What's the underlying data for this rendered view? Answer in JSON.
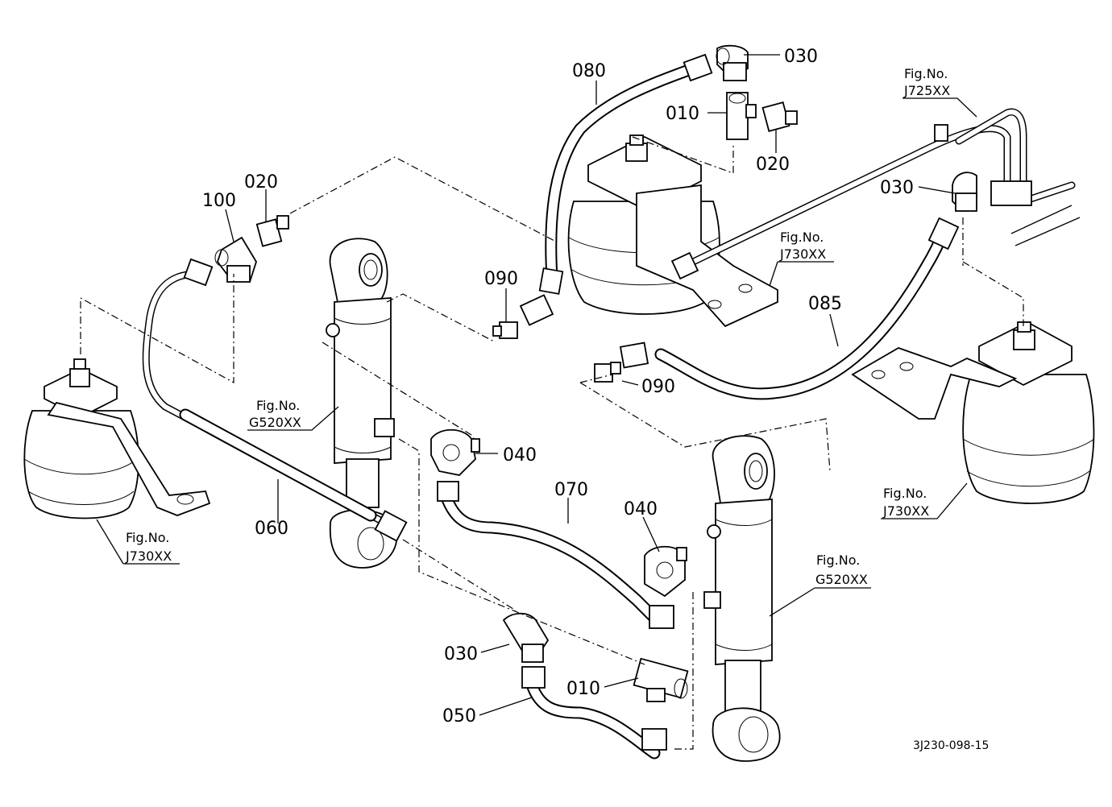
{
  "parts": [
    {
      "id": "p030_top",
      "label": "030"
    },
    {
      "id": "p080",
      "label": "080"
    },
    {
      "id": "p010_top",
      "label": "010"
    },
    {
      "id": "p020_top",
      "label": "020"
    },
    {
      "id": "p030_right",
      "label": "030"
    },
    {
      "id": "p020_left",
      "label": "020"
    },
    {
      "id": "p100",
      "label": "100"
    },
    {
      "id": "p090_top",
      "label": "090"
    },
    {
      "id": "p085",
      "label": "085"
    },
    {
      "id": "p090_mid",
      "label": "090"
    },
    {
      "id": "p040_left",
      "label": "040"
    },
    {
      "id": "p070",
      "label": "070"
    },
    {
      "id": "p040_right",
      "label": "040"
    },
    {
      "id": "p060",
      "label": "060"
    },
    {
      "id": "p030_bottom",
      "label": "030"
    },
    {
      "id": "p010_bottom",
      "label": "010"
    },
    {
      "id": "p050",
      "label": "050"
    }
  ],
  "figure_refs": [
    {
      "id": "ref_j725",
      "line1": "Fig.No.",
      "line2": "J725XX"
    },
    {
      "id": "ref_j730_mid",
      "line1": "Fig.No.",
      "line2": "J730XX"
    },
    {
      "id": "ref_g520_left",
      "line1": "Fig.No.",
      "line2": "G520XX"
    },
    {
      "id": "ref_j730_right",
      "line1": "Fig.No.",
      "line2": "J730XX"
    },
    {
      "id": "ref_j730_left",
      "line1": "Fig.No.",
      "line2": "J730XX"
    },
    {
      "id": "ref_g520_right",
      "line1": "Fig.No.",
      "line2": "G520XX"
    }
  ],
  "drawing_code": "3J230-098-15"
}
